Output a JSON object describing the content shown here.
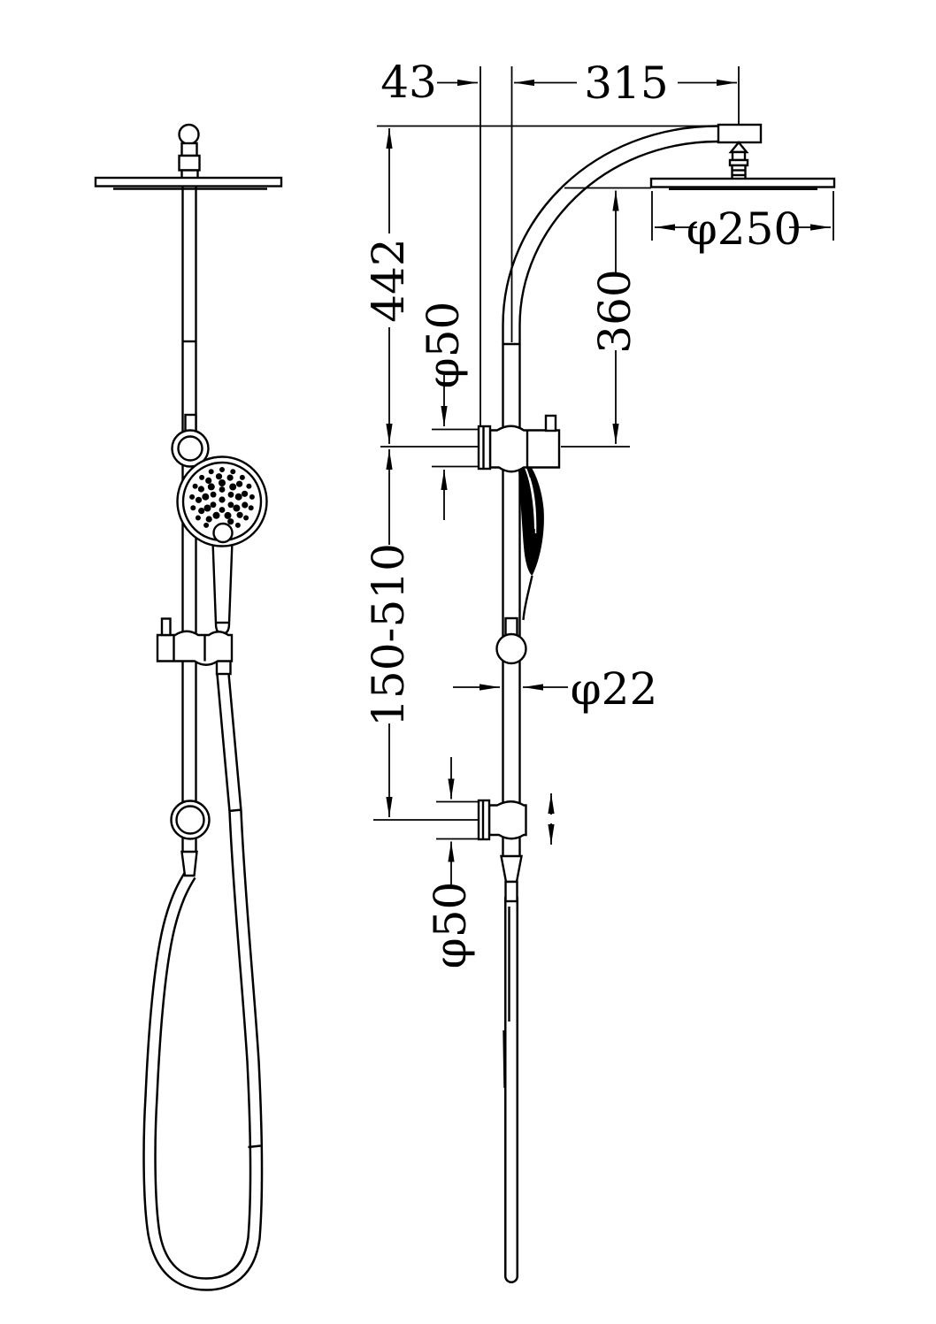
{
  "drawing": {
    "colors": {
      "line": "#000000",
      "background": "#ffffff"
    },
    "dimensions": {
      "wall_offset": "43",
      "arm_projection": "315",
      "overhead_head_diameter": "φ250",
      "arm_to_bracket_drop": "442",
      "top_bracket_escutcheon_diameter": "φ50",
      "head_face_to_bracket": "360",
      "bracket_slide_range": "150-510",
      "rail_diameter": "φ22",
      "bottom_bracket_escutcheon_diameter": "φ50"
    }
  }
}
